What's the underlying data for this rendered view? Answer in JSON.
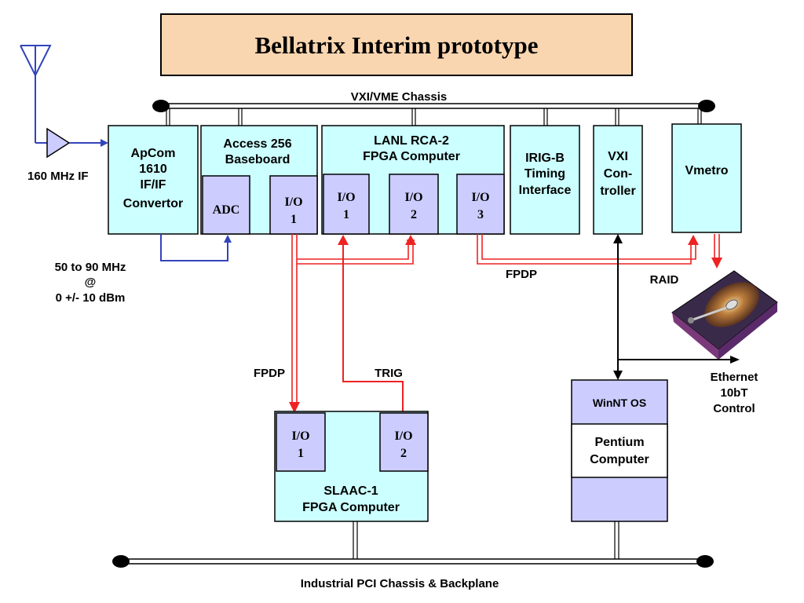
{
  "title": "Bellatrix Interim prototype",
  "colors": {
    "title_fill": "#FAD6B0",
    "module_fill": "#CCFFFF",
    "io_fill": "#CCCCFF",
    "red_bus": "#EE2222",
    "blue_line": "#3344BB"
  },
  "vxi_chassis": {
    "label": "VXI/VME Chassis"
  },
  "pci_chassis": {
    "label": "Industrial PCI Chassis & Backplane"
  },
  "antenna": {
    "icon": "antenna-icon",
    "amp_icon": "amplifier-icon",
    "if_label": "160 MHz IF"
  },
  "signal_note": {
    "line1": "50 to 90 MHz",
    "line2": "@",
    "line3": "0 +/- 10 dBm"
  },
  "apcom": {
    "line1": "ApCom",
    "line2": "1610",
    "line3": "IF/IF",
    "line4": "Convertor"
  },
  "access": {
    "line1": "Access 256",
    "line2": "Baseboard",
    "adc": "ADC",
    "io1_a": "I/O",
    "io1_b": "1"
  },
  "lanl": {
    "line1": "LANL RCA-2",
    "line2": "FPGA Computer",
    "io1_a": "I/O",
    "io1_b": "1",
    "io2_a": "I/O",
    "io2_b": "2",
    "io3_a": "I/O",
    "io3_b": "3"
  },
  "irig": {
    "line1": "IRIG-B",
    "line2": "Timing",
    "line3": "Interface"
  },
  "vxi_ctrl": {
    "line1": "VXI",
    "line2": "Con-",
    "line3": "troller"
  },
  "vmetro": {
    "line1": "Vmetro"
  },
  "labels": {
    "fpdp_right": "FPDP",
    "raid": "RAID",
    "fpdp_left": "FPDP",
    "trig": "TRIG",
    "ethernet1": "Ethernet",
    "ethernet2": "10bT",
    "ethernet3": "Control"
  },
  "disk": {
    "icon": "hard-disk-icon"
  },
  "slaac": {
    "line1": "SLAAC-1",
    "line2": "FPGA Computer",
    "io1_a": "I/O",
    "io1_b": "1",
    "io2_a": "I/O",
    "io2_b": "2"
  },
  "pentium": {
    "os": "WinNT OS",
    "line1": "Pentium",
    "line2": "Computer"
  }
}
